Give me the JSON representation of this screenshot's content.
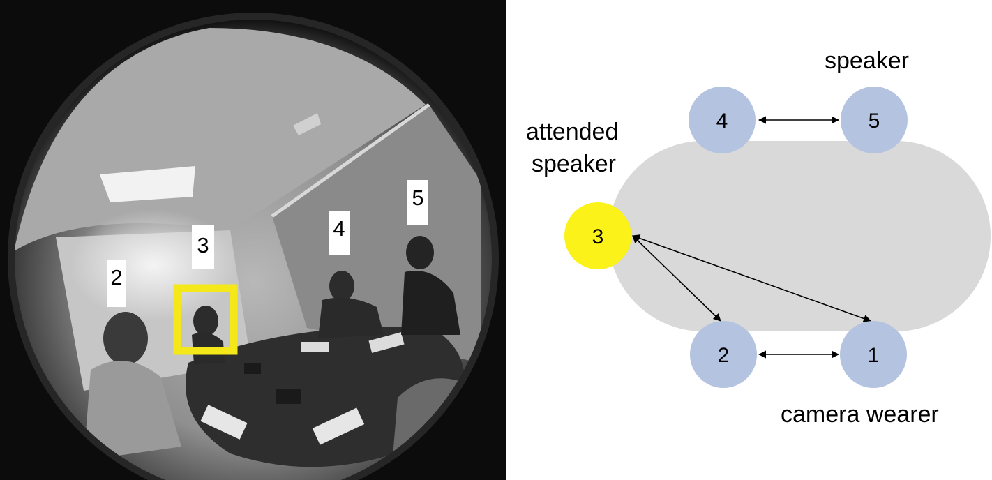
{
  "photo": {
    "labels": [
      "2",
      "3",
      "4",
      "5"
    ],
    "highlight_color": "#f4e81a"
  },
  "diagram": {
    "nodes": [
      "1",
      "2",
      "3",
      "4",
      "5"
    ],
    "node_color": "#b4c3e0",
    "attended_color": "#fbf21a",
    "table_color": "#d9d9d9",
    "captions": {
      "attended_line1": "attended",
      "attended_line2": "speaker",
      "speaker": "speaker",
      "camera_wearer": "camera wearer"
    }
  }
}
